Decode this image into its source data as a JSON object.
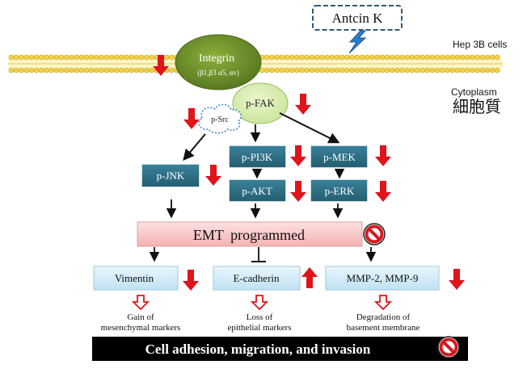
{
  "stimulus": {
    "label": "Antcin K"
  },
  "membrane": {
    "cell_line": "Hep 3B cells",
    "cytoplasm_label": "Cytoplasm",
    "cytoplasm_cjk": "細胞質"
  },
  "receptor": {
    "name": "Integrin",
    "subunits": "(β1,β3 α5, αv)"
  },
  "kinases": {
    "fak": "p-FAK",
    "src": "p-Src",
    "jnk": "p-JNK",
    "pi3k": "p-PI3K",
    "akt": "p-AKT",
    "mek": "p-MEK",
    "erk": "p-ERK"
  },
  "emt": {
    "label": "EMT programmed"
  },
  "markers": {
    "vimentin": "Vimentin",
    "ecadherin": "E-cadherin",
    "mmp": "MMP-2, MMP-9"
  },
  "outcomes": {
    "vimentin": [
      "Gain of",
      "mesenchymal markers"
    ],
    "ecadherin": [
      "Loss of",
      "epithelial markers"
    ],
    "mmp": [
      "Degradation of",
      "basement membrane"
    ]
  },
  "footer": {
    "label": "Cell adhesion, migration, and invasion"
  },
  "colors": {
    "kinase_box": "#2e6f85",
    "integrin": "#6b8e2a",
    "fak": "#d9edb0",
    "emt_box": "#f9c7c7",
    "marker_box": "#d6edf8",
    "arrow_red": "#e0141b",
    "footer_bg": "#000000"
  }
}
